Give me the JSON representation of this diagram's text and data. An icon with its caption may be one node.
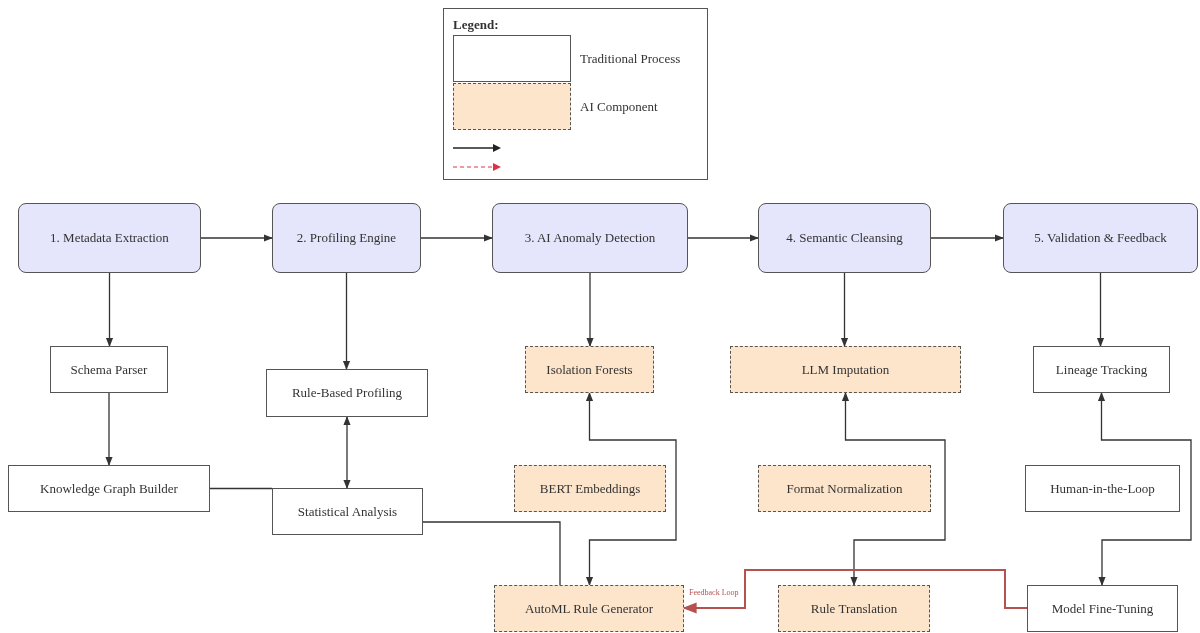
{
  "diagram": {
    "nodes": [
      {
        "text": [
          "1. Metadata Extraction"
        ]
      },
      {
        "text": [
          "2. Profiling Engine"
        ]
      },
      {
        "text": [
          "3. AI Anomaly Detection"
        ]
      },
      {
        "text": [
          "4. Semantic Cleansing"
        ]
      },
      {
        "text": [
          "5. Validation & Feedback"
        ]
      },
      {
        "text": [
          "Schema Parser"
        ]
      },
      {
        "text": [
          "Isolation Forests"
        ]
      },
      {
        "text": [
          "LLM Imputation"
        ]
      },
      {
        "text": [
          "Lineage Tracking"
        ]
      },
      {
        "text": [
          "Rule-Based Profiling"
        ]
      },
      {
        "text": [
          "Knowledge Graph Builder"
        ]
      },
      {
        "text": [
          "BERT Embeddings"
        ]
      },
      {
        "text": [
          "Format Normalization"
        ]
      },
      {
        "text": [
          "Human-in-the-Loop"
        ]
      },
      {
        "text": [
          "Statistical Analysis"
        ]
      },
      {
        "text": [
          "AutoML Rule Generator"
        ]
      },
      {
        "text": [
          "Rule Translation"
        ]
      },
      {
        "text": [
          "Model Fine-Tuning"
        ]
      }
    ],
    "edges": [
      {
        "from": 0,
        "to": 1,
        "arrow": "to"
      },
      {
        "from": 1,
        "to": 2,
        "arrow": "to"
      },
      {
        "from": 2,
        "to": 3,
        "arrow": "to"
      },
      {
        "from": 3,
        "to": 4,
        "arrow": "to"
      },
      {
        "from": 0,
        "to": 5,
        "arrow": "to"
      },
      {
        "from": 5,
        "to": 10,
        "arrow": "to"
      },
      {
        "from": 1,
        "to": 9,
        "arrow": "to"
      },
      {
        "from": 9,
        "to": 14,
        "arrow": "both"
      },
      {
        "from": 10,
        "to": 14,
        "arrow": "none"
      },
      {
        "from": 14,
        "to": 15,
        "arrow": "none"
      },
      {
        "from": 2,
        "to": 6,
        "arrow": "to"
      },
      {
        "from": 6,
        "to": 15,
        "arrow": "both"
      },
      {
        "from": 3,
        "to": 7,
        "arrow": "to"
      },
      {
        "from": 7,
        "to": 16,
        "arrow": "both"
      },
      {
        "from": 4,
        "to": 8,
        "arrow": "to"
      },
      {
        "from": 8,
        "to": 17,
        "arrow": "both"
      },
      {
        "from": 17,
        "to": 15,
        "arrow": "to",
        "label": "Feedback Loop",
        "color": "#b5524f"
      }
    ],
    "labels": [
      "Legend:"
    ],
    "legend": [
      {
        "text": "Traditional Process",
        "color": "#ffffff"
      },
      {
        "text": "AI Component",
        "color": "#fde5cc"
      }
    ]
  }
}
